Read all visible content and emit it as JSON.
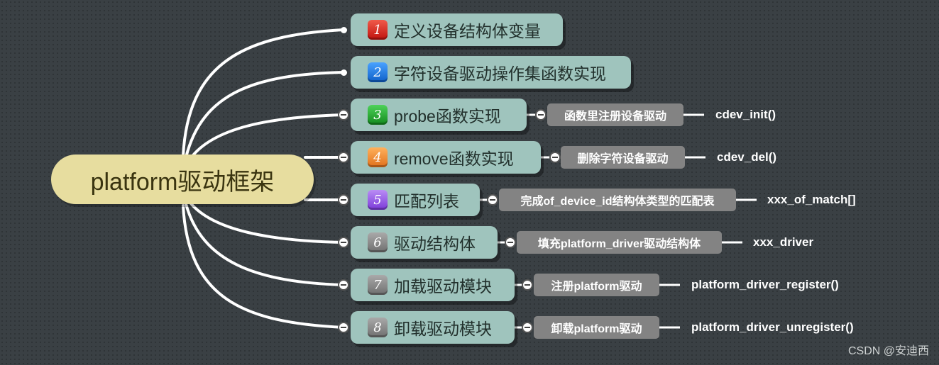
{
  "root": {
    "label": "platform驱动框架"
  },
  "branches": [
    {
      "num": "1",
      "label": "定义设备结构体变量",
      "color": "#d9221a"
    },
    {
      "num": "2",
      "label": "字符设备驱动操作集函数实现",
      "color": "#1a74e0"
    },
    {
      "num": "3",
      "label": "probe函数实现",
      "color": "#1ea52a",
      "sub": "函数里注册设备驱动",
      "leaf": "cdev_init()"
    },
    {
      "num": "4",
      "label": "remove函数实现",
      "color": "#f08a2a",
      "sub": "删除字符设备驱动",
      "leaf": "cdev_del()"
    },
    {
      "num": "5",
      "label": "匹配列表",
      "color": "#9251e8",
      "sub": "完成of_device_id结构体类型的匹配表",
      "leaf": "xxx_of_match[]"
    },
    {
      "num": "6",
      "label": "驱动结构体",
      "color": "#8a8a8a",
      "sub": "填充platform_driver驱动结构体",
      "leaf": "xxx_driver"
    },
    {
      "num": "7",
      "label": "加载驱动模块",
      "color": "#8a8a8a",
      "sub": "注册platform驱动",
      "leaf": "platform_driver_register()"
    },
    {
      "num": "8",
      "label": "卸载驱动模块",
      "color": "#8a8a8a",
      "sub": "卸载platform驱动",
      "leaf": "platform_driver_unregister()"
    }
  ],
  "watermark": "CSDN @安迪西"
}
